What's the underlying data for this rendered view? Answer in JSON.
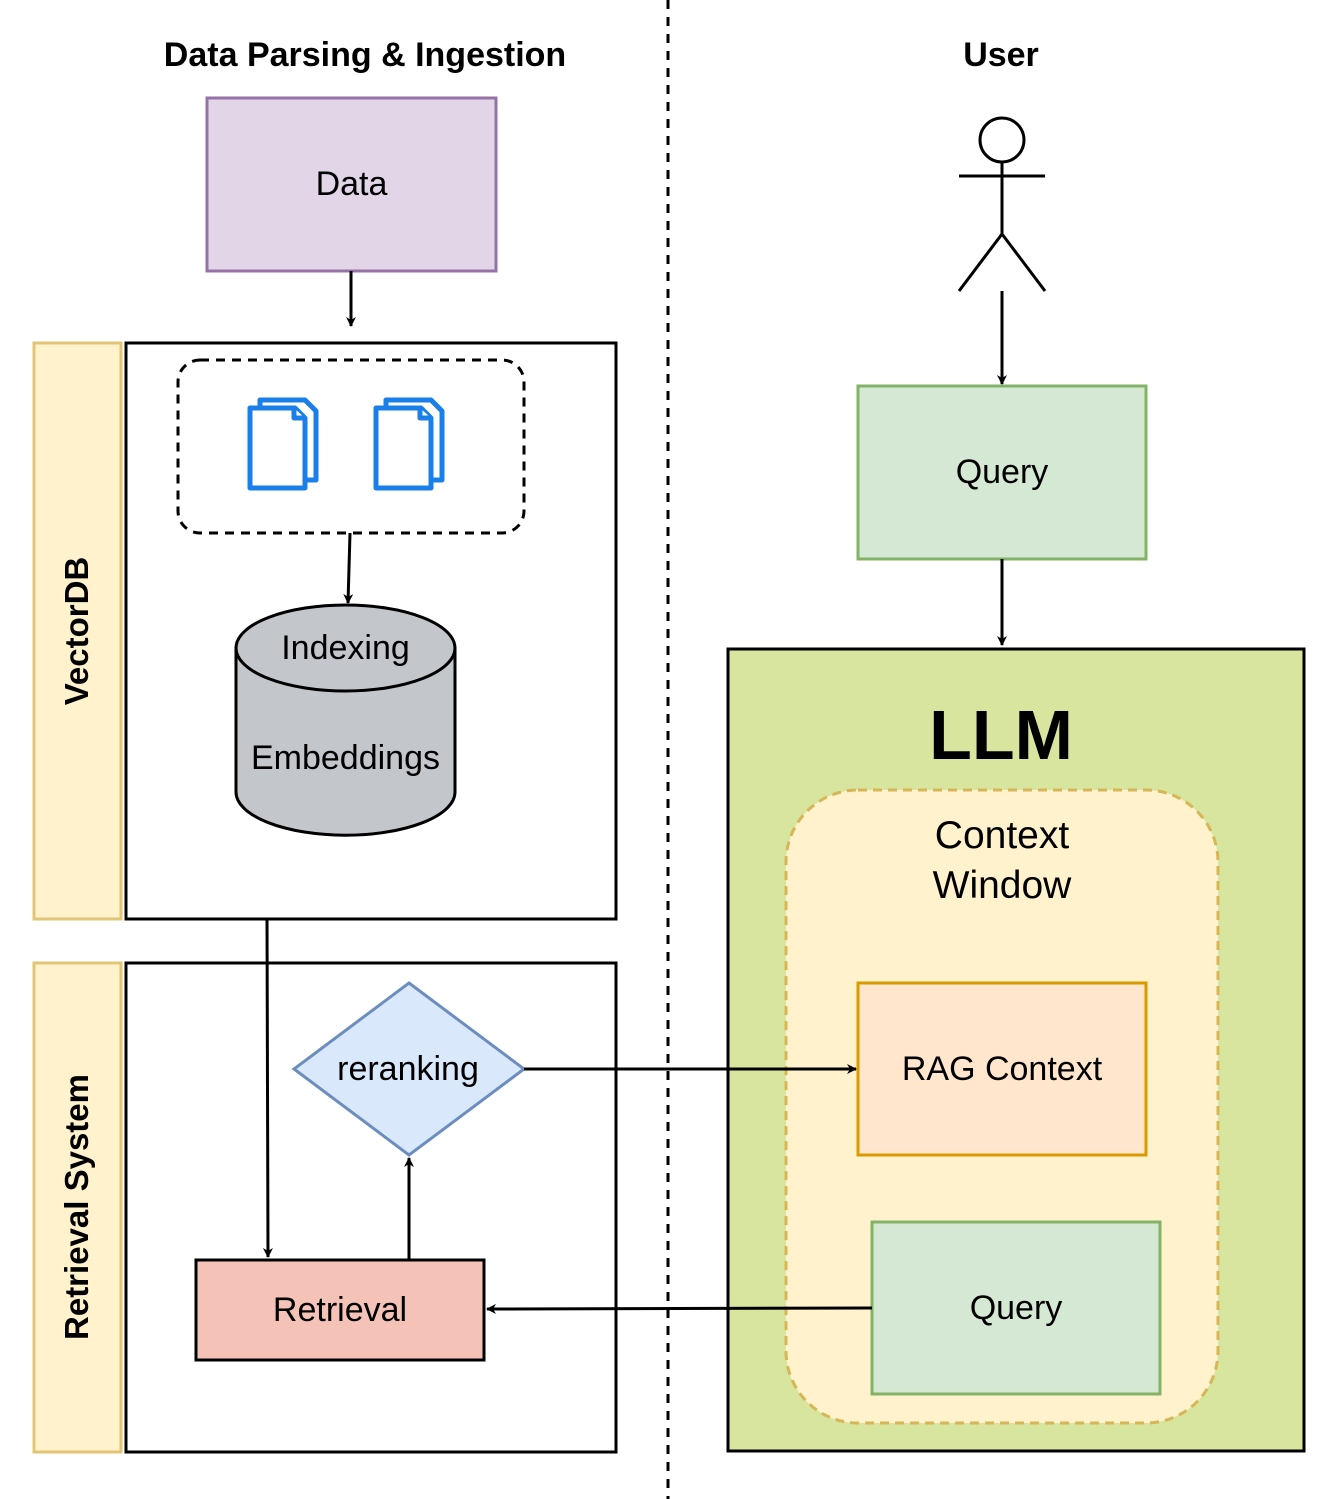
{
  "headers": {
    "left": "Data Parsing & Ingestion",
    "right": "User"
  },
  "sections": {
    "vectordb": "VectorDB",
    "retrieval_system": "Retrieval System"
  },
  "nodes": {
    "data": "Data",
    "indexing": "Indexing",
    "embeddings": "Embeddings",
    "reranking": "reranking",
    "retrieval": "Retrieval",
    "user_query": "Query",
    "llm": "LLM",
    "context_window": "Context\nWindow",
    "rag_context": "RAG Context",
    "context_query": "Query"
  },
  "colors": {
    "data_fill": "#e1d5e7",
    "data_stroke": "#9673a6",
    "query_fill": "#d5e8d4",
    "query_stroke": "#82b366",
    "llm_fill": "#d7e59f",
    "context_fill": "#fff2cc",
    "context_stroke": "#d6b656",
    "rag_fill": "#ffe6cc",
    "rag_stroke": "#d79b00",
    "reranking_fill": "#dae8fc",
    "reranking_stroke": "#6c8ebf",
    "retrieval_fill": "#f4c2b7",
    "cylinder_fill": "#c3c6cb",
    "section_fill": "#fff2cc",
    "section_stroke": "#e2c675",
    "doc_icon": "#1a7fe8"
  }
}
